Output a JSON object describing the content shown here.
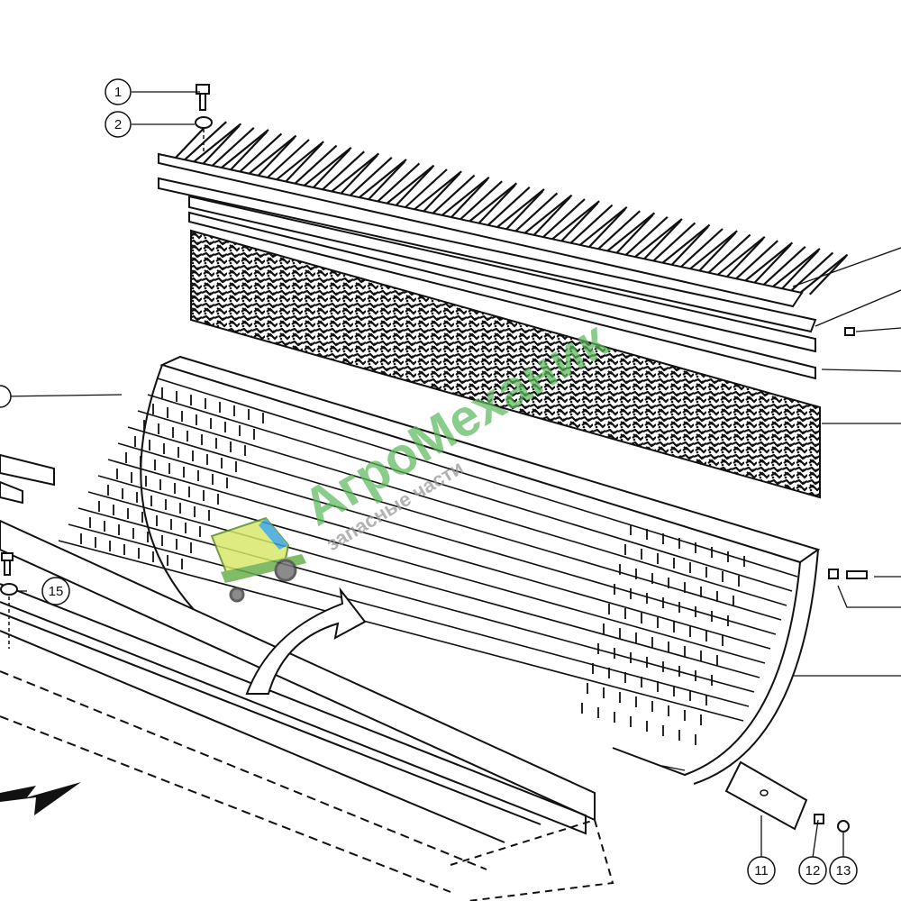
{
  "diagram": {
    "callouts": [
      "1",
      "2",
      "15",
      "11",
      "12",
      "13"
    ],
    "colors": {
      "ink": "#111111",
      "paper": "#ffffff",
      "watermark_green": "#5cb85c",
      "watermark_gray": "#9a9a9a"
    }
  },
  "watermark": {
    "brand": "АгроМеханик",
    "tagline": "запасные части",
    "logo": "tractor-logo"
  }
}
